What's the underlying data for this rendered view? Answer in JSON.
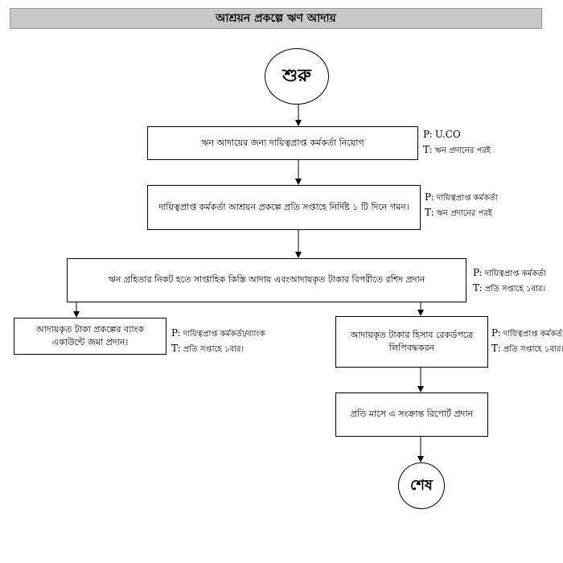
{
  "title": "আশ্রয়ন প্রকল্পে ঋণ আদায়",
  "start": "শুরু",
  "end": "শেষ",
  "steps": [
    {
      "text": "ঋন আদায়ের জন্য দায়িত্বপ্রাপ্ত কর্মকর্তা নিয়োগ",
      "p": "U.CO",
      "t": "ঋন প্রদানের পরই"
    },
    {
      "text": "দায়িত্বপ্রাপ্ত কর্মকর্তা আশ্রয়ন প্রকল্পে প্রতি সপ্তাহে নির্দিষ্ট ১ টি দিনে গমন।",
      "p": "দায়িত্বপ্রাপ্ত কর্মকর্তা",
      "t": "ঋন প্রদানের পরই"
    },
    {
      "text": "ঋন গ্রহিতার নিকট হতে সাপ্তাহিক কিস্তি আদায় এবংআদায়কৃত টাকার বিপরীতে রশিদ প্রদান",
      "p": "দায়িত্বপ্রাপ্ত কর্মকর্তা",
      "t": "প্রতি সপ্তাহে ১বার।"
    },
    {
      "text": "আদায়কৃত টাকা প্রকল্পের ব্যাংক একাউন্টে জমা প্রদান।",
      "p": "দায়িত্বপ্রাপ্ত কর্মকর্তা/ব্যাংক",
      "t": "প্রতি সপ্তাহে ১বার।"
    },
    {
      "text": "আদায়কৃত টাকার হিসাব রেকর্ডপত্রে লিপিবদ্ধকরন",
      "p": "দায়িত্বপ্রাপ্ত কর্মকর্তা",
      "t": "প্রতি সপ্তাহে ১বার।"
    },
    {
      "text": "প্রতি মাসে এ সংক্রান্ত রিপোর্ট প্রদান"
    }
  ],
  "labels": {
    "p": "P:",
    "t": "T:"
  }
}
